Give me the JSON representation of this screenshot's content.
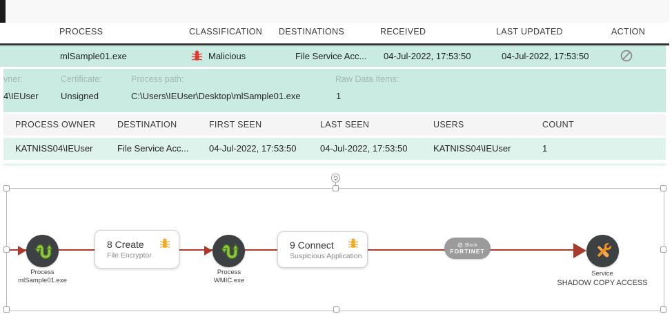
{
  "event_table": {
    "headers": [
      "PROCESS",
      "CLASSIFICATION",
      "DESTINATIONS",
      "RECEIVED",
      "LAST UPDATED",
      "ACTION"
    ],
    "row": {
      "process": "mlSample01.exe",
      "classification": "Malicious",
      "destinations": "File Service Acc...",
      "received": "04-Jul-2022, 17:53:50",
      "last_updated": "04-Jul-2022, 17:53:50",
      "action_icon": "block-icon"
    }
  },
  "details": {
    "owner_label": "vner:",
    "owner_value": "4\\IEUser",
    "certificate_label": "Certificate:",
    "certificate_value": "Unsigned",
    "process_path_label": "Process path:",
    "process_path_value": "C:\\Users\\IEUser\\Desktop\\mlSample01.exe",
    "raw_data_label": "Raw Data Items:",
    "raw_data_value": "1"
  },
  "destination_table": {
    "headers": [
      "PROCESS OWNER",
      "DESTINATION",
      "FIRST SEEN",
      "LAST SEEN",
      "USERS",
      "COUNT"
    ],
    "row": [
      "KATNISS04\\IEUser",
      "File Service Acc...",
      "04-Jul-2022, 17:53:50",
      "04-Jul-2022, 17:53:50",
      "KATNISS04\\IEUser",
      "1"
    ]
  },
  "flow": {
    "node1": {
      "type": "Process",
      "name": "mlSample01.exe"
    },
    "step1": {
      "title": "8 Create",
      "detail": "File Encryptor"
    },
    "node2": {
      "type": "Process",
      "name": "WMIC.exe"
    },
    "step2": {
      "title": "9 Connect",
      "detail": "Suspicious Application"
    },
    "block": {
      "label": "Block",
      "brand": "FORTINET"
    },
    "node3": {
      "type": "Service",
      "name": "SHADOW COPY ACCESS"
    }
  },
  "colors": {
    "row_teal": "#c9ebe2",
    "sub_row_teal": "#def3ec",
    "malicious_red": "#e03a2f",
    "bug_orange": "#f5a623",
    "connector_red": "#b03a2a",
    "node_dark": "#3e4144",
    "pill_gray": "#9b9b9b"
  }
}
